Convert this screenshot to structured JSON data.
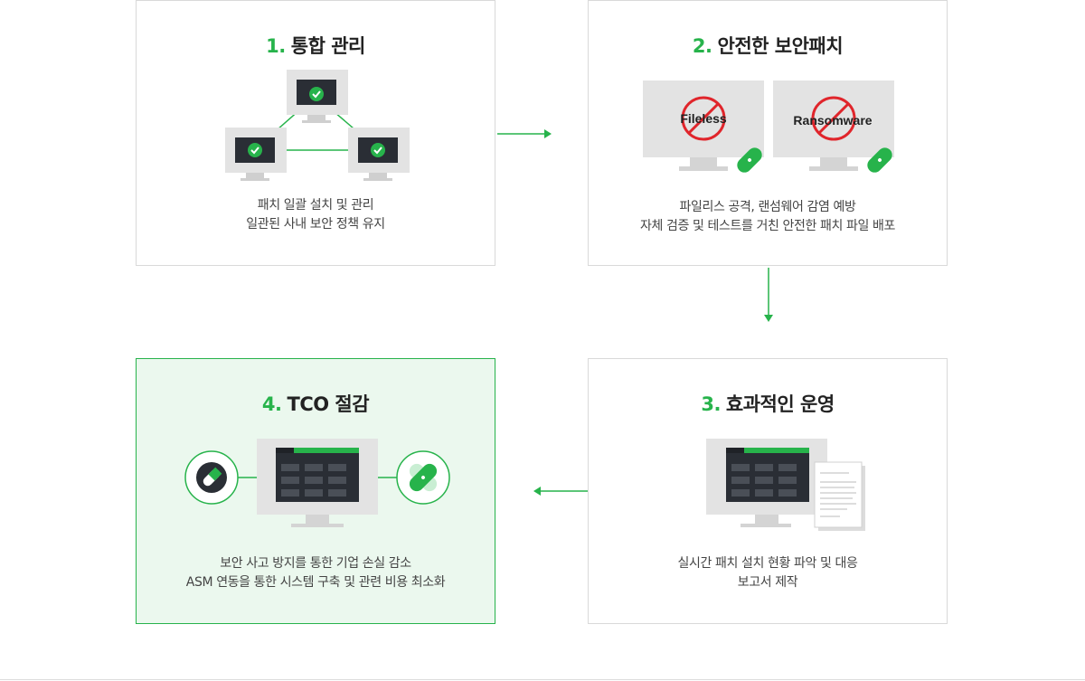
{
  "steps": [
    {
      "num": "1.",
      "title": "통합 관리",
      "lines": [
        "패치 일괄 설치 및 관리",
        "일관된 사내 보안 정책 유지"
      ]
    },
    {
      "num": "2.",
      "title": "안전한 보안패치",
      "lines": [
        "파일리스 공격, 랜섬웨어 감염 예방",
        "자체 검증 및 테스트를 거친 안전한 패치 파일 배포"
      ],
      "labels": [
        "Fileless",
        "Ransomware"
      ]
    },
    {
      "num": "3.",
      "title": "효과적인 운영",
      "lines": [
        "실시간 패치 설치 현황 파악 및 대응",
        "보고서 제작"
      ]
    },
    {
      "num": "4.",
      "title": "TCO 절감",
      "lines": [
        "보안 사고 방지를 통한 기업 손실 감소",
        "ASM 연동을 통한 시스템 구축 및 관련 비용 최소화"
      ]
    }
  ],
  "colors": {
    "accent": "#27b34b",
    "highlight_bg": "#ebf8ee",
    "monitor": "#e3e3e3",
    "screen": "#2a2e35",
    "no_sign": "#e0252b"
  }
}
